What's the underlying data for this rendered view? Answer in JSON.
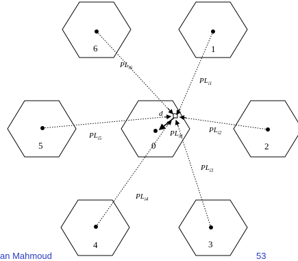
{
  "cells": [
    {
      "id": "0",
      "label": "0"
    },
    {
      "id": "1",
      "label": "1"
    },
    {
      "id": "2",
      "label": "2"
    },
    {
      "id": "3",
      "label": "3"
    },
    {
      "id": "4",
      "label": "4"
    },
    {
      "id": "5",
      "label": "5"
    },
    {
      "id": "6",
      "label": "6"
    }
  ],
  "links": [
    {
      "cell": "1",
      "main": "PL",
      "sub": "i1"
    },
    {
      "cell": "2",
      "main": "PL",
      "sub": "i2"
    },
    {
      "cell": "3",
      "main": "PL",
      "sub": "i3"
    },
    {
      "cell": "4",
      "main": "PL",
      "sub": "i4"
    },
    {
      "cell": "5",
      "main": "PL",
      "sub": "i5"
    },
    {
      "cell": "6",
      "main": "PL",
      "sub": "i6"
    },
    {
      "cell": "0",
      "main": "PL",
      "sub": "i0"
    }
  ],
  "distance_label": "d",
  "footer": {
    "author": "an Mahmoud",
    "page": "53"
  },
  "colors": {
    "hexagon_stroke": "#000000",
    "link_line": "#000000",
    "footer_text": "#2a3cc4"
  }
}
